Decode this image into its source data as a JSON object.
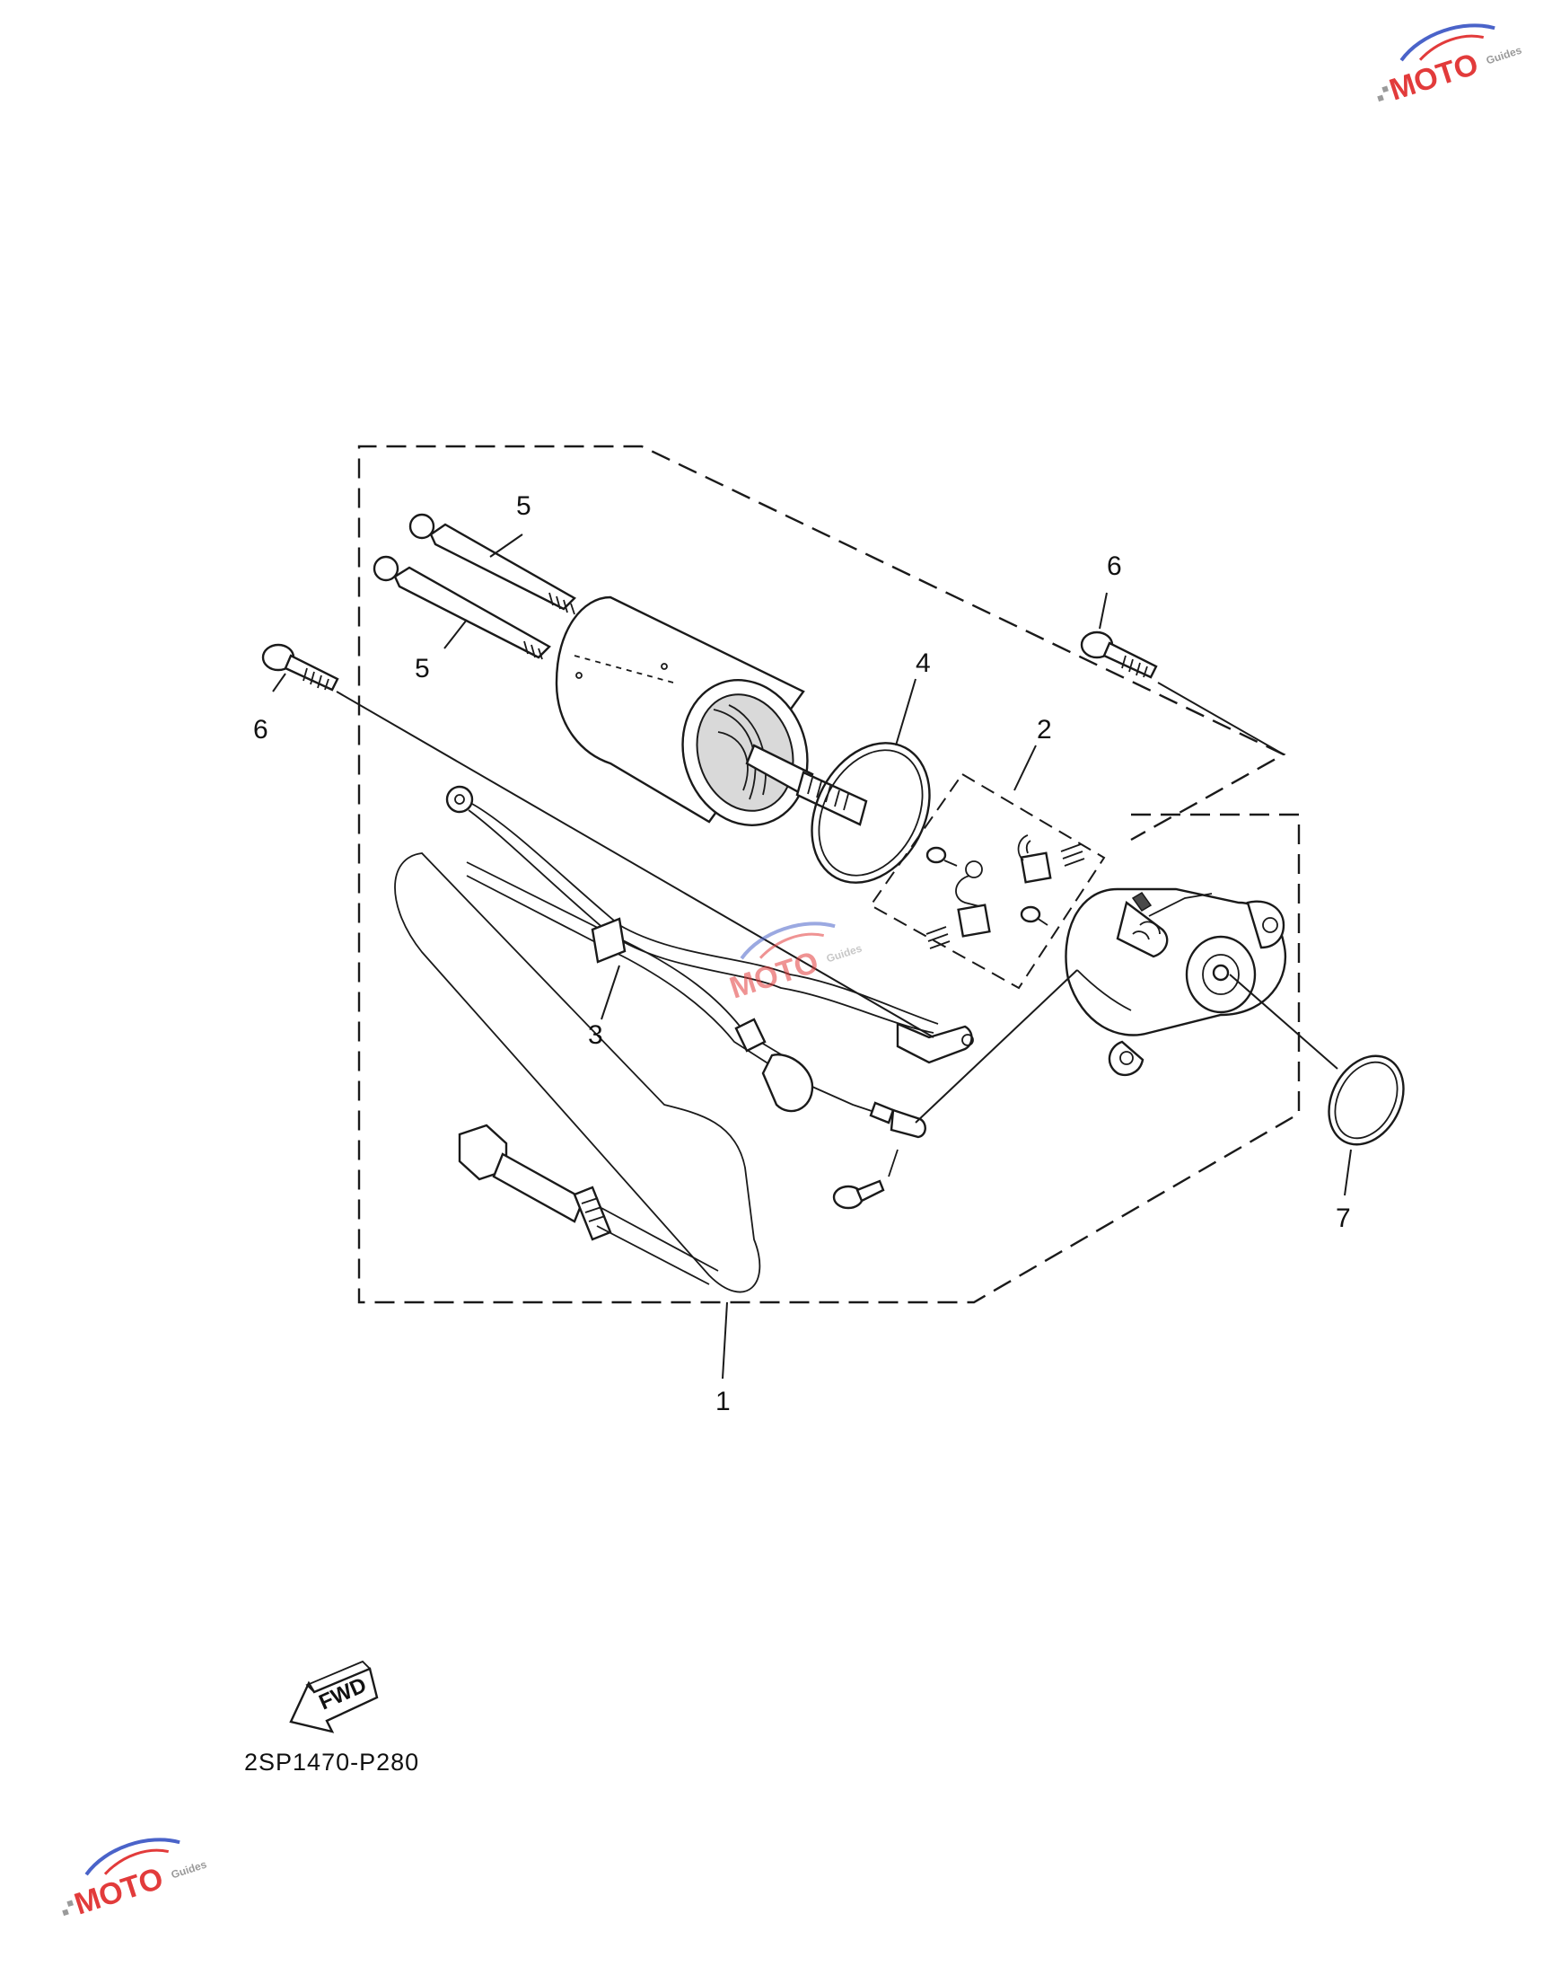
{
  "diagram_code": "2SP1470-P280",
  "forward_label": "FWD",
  "callouts": [
    {
      "id": "1",
      "label": "1"
    },
    {
      "id": "2",
      "label": "2"
    },
    {
      "id": "3",
      "label": "3"
    },
    {
      "id": "4",
      "label": "4"
    },
    {
      "id": "5a",
      "label": "5"
    },
    {
      "id": "5b",
      "label": "5"
    },
    {
      "id": "6a",
      "label": "6"
    },
    {
      "id": "6b",
      "label": "6"
    },
    {
      "id": "7",
      "label": "7"
    }
  ],
  "watermark": {
    "brand": "MOTO",
    "tagline": "Guides",
    "accent_red": "#e23b3b",
    "accent_blue": "#4a63c9",
    "accent_gray": "#9a9a9a"
  }
}
